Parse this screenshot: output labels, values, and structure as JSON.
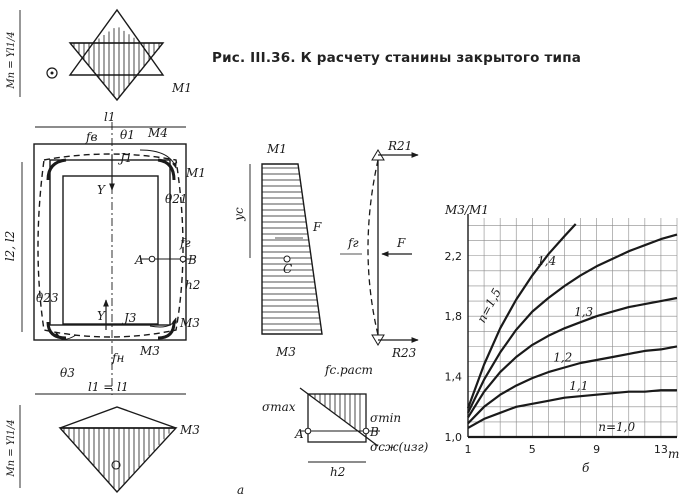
{
  "figure": {
    "caption": "Рис. III.36. К расчету станины закрытого типа",
    "part_labels": {
      "a": "а",
      "b": "б"
    }
  },
  "frame_diagram": {
    "labels": {
      "Mp_top": "Mп = Yl1/4",
      "Mp_bottom": "Mп = Yl1/4",
      "M1": "M1",
      "M3": "M3",
      "M4": "M4",
      "l1_top": "l1",
      "l1_bottom": "l1 = l1",
      "f_b": "fв",
      "theta1": "θ1",
      "J1": "J1",
      "theta21": "θ21",
      "Y_top": "Y",
      "Y_bottom": "Y",
      "l2": "l2, l2",
      "f_r": "fг",
      "A": "A",
      "B": "B",
      "h2": "h2",
      "theta23": "θ23",
      "J3": "J3",
      "M3_corner": "M3",
      "theta3": "θ3",
      "f_n": "fн",
      "M3_mid": "M3"
    }
  },
  "column_moment_diagram": {
    "labels": {
      "M1": "M1",
      "M3": "M3",
      "y_c": "yc",
      "F": "F",
      "C": "C"
    }
  },
  "column_deflection": {
    "labels": {
      "R21": "R21",
      "R23": "R23",
      "f_r": "fг",
      "F": "F"
    }
  },
  "stress_section": {
    "labels": {
      "f_c_rast": "fc.раст",
      "sigma_max": "σmax",
      "A": "A",
      "B": "B",
      "sigma_min": "σmin",
      "sigma_szh": "σсж(изг)",
      "h2": "h2"
    }
  },
  "chart_data": {
    "type": "line",
    "title": "",
    "ylabel": "M3/M1",
    "xlabel": "m",
    "xlim": [
      1,
      14
    ],
    "ylim": [
      1.0,
      2.45
    ],
    "x_ticks": [
      1,
      5,
      9,
      13
    ],
    "x_tick_labels": [
      "1",
      "5",
      "9",
      "13"
    ],
    "y_ticks": [
      1.0,
      1.4,
      1.8,
      2.2
    ],
    "y_tick_labels": [
      "1,0",
      "1,4",
      "1,8",
      "2,2"
    ],
    "grid": true,
    "series": [
      {
        "name": "n=1,5",
        "x": [
          1,
          2,
          3,
          4,
          5,
          6,
          7,
          7.7
        ],
        "y": [
          1.19,
          1.48,
          1.72,
          1.91,
          2.07,
          2.21,
          2.33,
          2.41
        ]
      },
      {
        "name": "1,4",
        "x": [
          1,
          2,
          3,
          4,
          5,
          6,
          7,
          8,
          9,
          10,
          11,
          12,
          13,
          14
        ],
        "y": [
          1.16,
          1.38,
          1.56,
          1.71,
          1.83,
          1.92,
          2.0,
          2.07,
          2.13,
          2.18,
          2.23,
          2.27,
          2.31,
          2.34
        ]
      },
      {
        "name": "1,3",
        "x": [
          1,
          2,
          3,
          4,
          5,
          6,
          7,
          8,
          9,
          10,
          11,
          12,
          13,
          14
        ],
        "y": [
          1.13,
          1.3,
          1.43,
          1.53,
          1.61,
          1.67,
          1.72,
          1.76,
          1.8,
          1.83,
          1.86,
          1.88,
          1.9,
          1.92
        ]
      },
      {
        "name": "1,2",
        "x": [
          1,
          2,
          3,
          4,
          5,
          6,
          7,
          8,
          9,
          10,
          11,
          12,
          13,
          14
        ],
        "y": [
          1.09,
          1.2,
          1.28,
          1.34,
          1.39,
          1.43,
          1.46,
          1.49,
          1.51,
          1.53,
          1.55,
          1.57,
          1.58,
          1.6
        ]
      },
      {
        "name": "1,1",
        "x": [
          1,
          2,
          3,
          4,
          5,
          6,
          7,
          8,
          9,
          10,
          11,
          12,
          13,
          14
        ],
        "y": [
          1.06,
          1.12,
          1.16,
          1.2,
          1.22,
          1.24,
          1.26,
          1.27,
          1.28,
          1.29,
          1.3,
          1.3,
          1.31,
          1.31
        ]
      },
      {
        "name": "n=1,0",
        "x": [
          1,
          2,
          4,
          6,
          8,
          10,
          12,
          14
        ],
        "y": [
          1.0,
          1.0,
          1.0,
          1.0,
          1.0,
          1.0,
          1.0,
          1.0
        ]
      }
    ]
  }
}
